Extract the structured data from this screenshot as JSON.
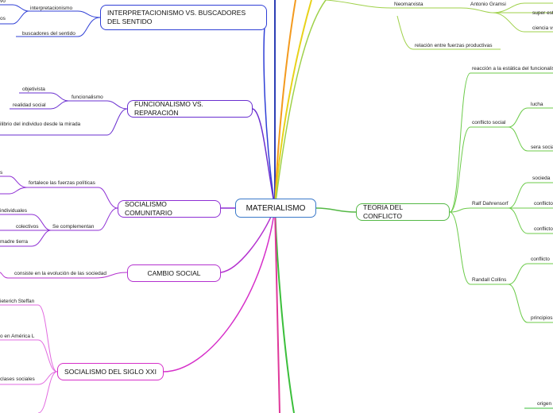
{
  "center": {
    "label": "MATERIALISMO"
  },
  "branches": {
    "interpretacionismo": {
      "title": "INTERPRETACIONISMO VS. BUSCADORES DEL SENTIDO",
      "items": [
        "vo",
        "interpretacionismo",
        "os",
        "buscadores del sentido"
      ]
    },
    "funcionalismo": {
      "title": "FUNCIONALISMO VS. REPARACIÓN",
      "items": [
        "objetivista",
        "funcionalismo",
        "realidad social",
        "ilibrio del individuo desde la mirada"
      ]
    },
    "socialismo_comunitario": {
      "title": "SOCIALISMO COMUNITARIO",
      "items": [
        "s",
        "fortalece las fuerzas políticas",
        "individuales",
        "Se complementan",
        "colectivos",
        "madre tierra"
      ]
    },
    "cambio_social": {
      "title": "CAMBIO SOCIAL",
      "items": [
        "consiste en la evolución de las sociedad"
      ]
    },
    "socialismo_xxi": {
      "title": "SOCIALISMO DEL SIGLO XXI",
      "items": [
        "ieterich Steffan",
        "o en América L",
        "clases sociales"
      ]
    },
    "teoria_conflicto": {
      "title": "TEORIA DEL CONFLICTO",
      "items": [
        "reacción a la estática del funcionalis",
        "conflicto social",
        "lucha",
        "sera socia",
        "Ralf Dahrensorf",
        "socieda",
        "conflicto",
        "conflicto",
        "conflicto",
        "Randall Collins",
        "principios"
      ]
    },
    "top_right": {
      "items": [
        "Neomarxista",
        "Antonio Gramsi",
        "super est",
        "ciencia vs",
        "relación entre fuerzas productivas",
        "origen"
      ]
    }
  },
  "colors": {
    "interpretacionismo": "#2f3fd6",
    "funcionalismo": "#6a2fd0",
    "socialismo_comunitario": "#8e2fd4",
    "cambio_social": "#b431cf",
    "socialismo_xxi": "#d62fc9",
    "teoria_conflicto": "#54b845",
    "top_right": "#9fd14a",
    "orange": "#f39a1e",
    "yellow": "#e8d21a",
    "navy": "#2d3fb5",
    "pink": "#e0389a"
  }
}
